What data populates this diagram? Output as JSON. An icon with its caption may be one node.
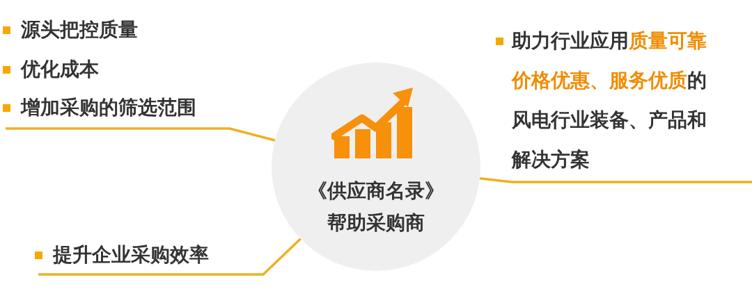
{
  "diagram": {
    "nodes": [
      {
        "text": [
          "《供应商名录》帮助采购商"
        ]
      },
      {
        "text": [
          "源头把控质量",
          "优化成本",
          "增加采购的筛选范围"
        ]
      },
      {
        "text": [
          "助力行业应用**质量可靠价格优惠、服务优质**的风电行业装备、产品和解决方案"
        ]
      },
      {
        "text": [
          "提升企业采购效率"
        ]
      }
    ],
    "edges": [
      {
        "from": 0,
        "to": 1,
        "arrow": "none"
      },
      {
        "from": 0,
        "to": 2,
        "arrow": "none"
      },
      {
        "from": 0,
        "to": 3,
        "arrow": "none"
      }
    ]
  }
}
